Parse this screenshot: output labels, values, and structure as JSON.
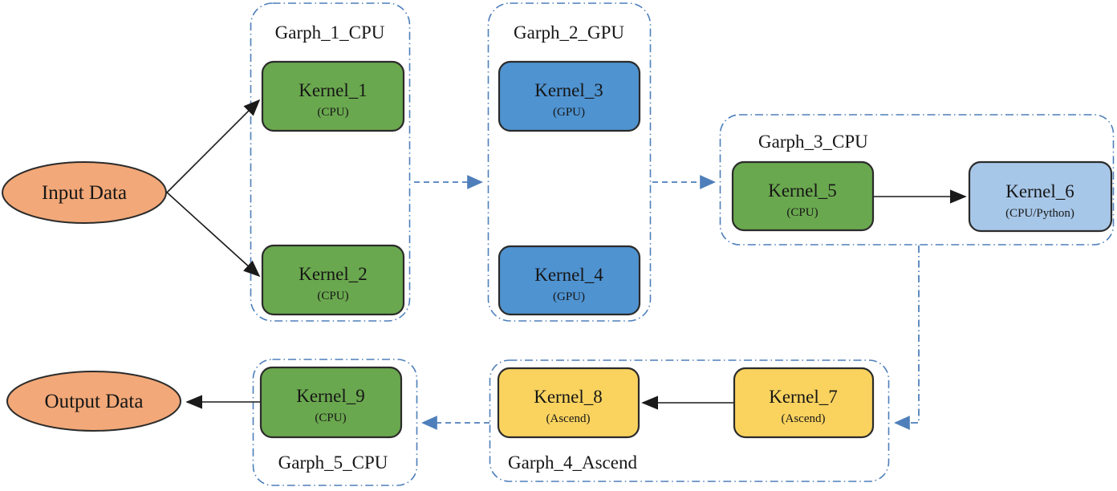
{
  "terminals": {
    "input_label": "Input Data",
    "output_label": "Output Data"
  },
  "groups": [
    {
      "label": "Garph_1_CPU"
    },
    {
      "label": "Garph_2_GPU"
    },
    {
      "label": "Garph_3_CPU"
    },
    {
      "label": "Garph_4_Ascend"
    },
    {
      "label": "Garph_5_CPU"
    }
  ],
  "kernels": [
    {
      "name": "Kernel_1",
      "device": "(CPU)"
    },
    {
      "name": "Kernel_2",
      "device": "(CPU)"
    },
    {
      "name": "Kernel_3",
      "device": "(GPU)"
    },
    {
      "name": "Kernel_4",
      "device": "(GPU)"
    },
    {
      "name": "Kernel_5",
      "device": "(CPU)"
    },
    {
      "name": "Kernel_6",
      "device": "(CPU/Python)"
    },
    {
      "name": "Kernel_7",
      "device": "(Ascend)"
    },
    {
      "name": "Kernel_8",
      "device": "(Ascend)"
    },
    {
      "name": "Kernel_9",
      "device": "(CPU)"
    }
  ],
  "edges": [
    {
      "from": "Input Data",
      "to": "Kernel_1",
      "style": "solid-black"
    },
    {
      "from": "Input Data",
      "to": "Kernel_2",
      "style": "solid-black"
    },
    {
      "from": "Garph_1_CPU",
      "to": "Garph_2_GPU",
      "style": "dashed-blue"
    },
    {
      "from": "Garph_2_GPU",
      "to": "Garph_3_CPU",
      "style": "dashed-blue"
    },
    {
      "from": "Kernel_5",
      "to": "Kernel_6",
      "style": "solid-black"
    },
    {
      "from": "Garph_3_CPU",
      "to": "Garph_4_Ascend",
      "style": "dashdot-blue"
    },
    {
      "from": "Kernel_7",
      "to": "Kernel_8",
      "style": "solid-black"
    },
    {
      "from": "Garph_4_Ascend",
      "to": "Garph_5_CPU",
      "style": "dashed-blue"
    },
    {
      "from": "Kernel_9",
      "to": "Output Data",
      "style": "solid-black"
    }
  ],
  "colors": {
    "cpu_green": "#6aa84f",
    "gpu_blue": "#4f93d1",
    "cpu_python_blue": "#a7c7e8",
    "ascend_yellow": "#fad35f",
    "data_orange": "#f2a878",
    "node_border": "#2b2b2b",
    "flow_blue": "#4e7fba",
    "arrow_black": "#1a1a1a"
  }
}
